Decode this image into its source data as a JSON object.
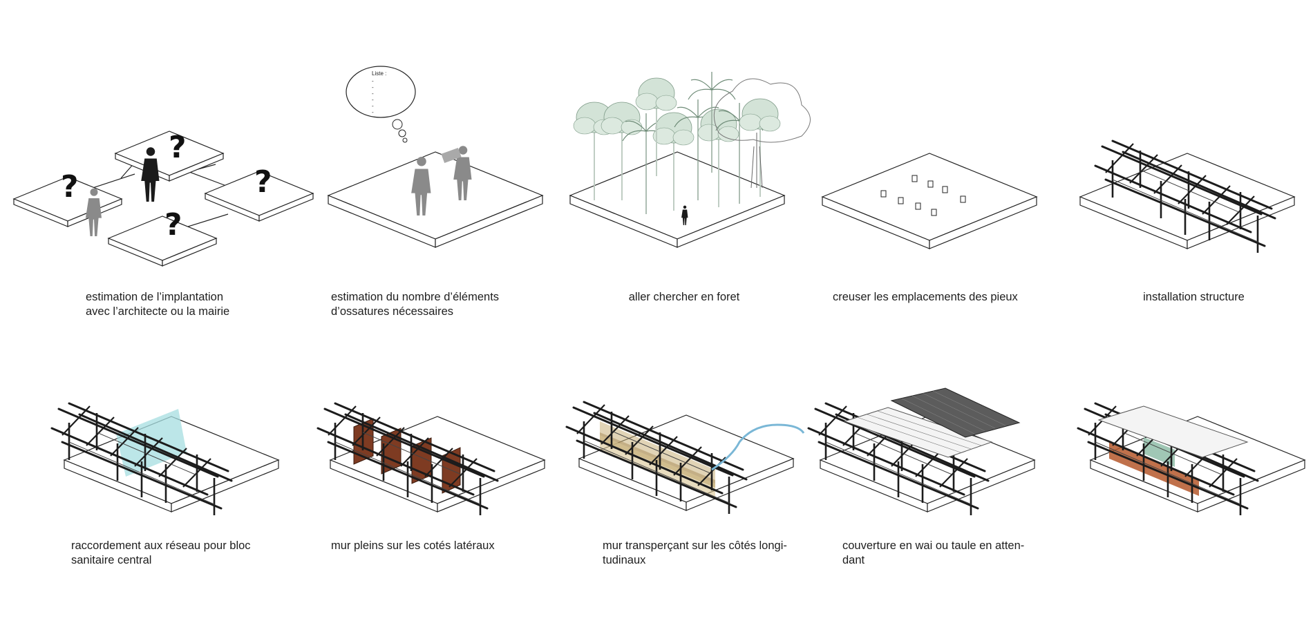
{
  "steps": [
    {
      "line1": "estimation de l’implantation",
      "line2": "avec l’architecte ou la mairie"
    },
    {
      "line1": "estimation du nombre d’éléments",
      "line2": "d’ossatures nécessaires"
    },
    {
      "line1": "aller chercher en foret",
      "line2": ""
    },
    {
      "line1": "creuser les emplacements des pieux",
      "line2": ""
    },
    {
      "line1": "installation structure",
      "line2": ""
    },
    {
      "line1": "raccordement aux réseau pour bloc",
      "line2": "sanitaire central"
    },
    {
      "line1": "mur pleins sur les cotés latéraux",
      "line2": ""
    },
    {
      "line1": "mur transperçant sur les côtés longi-",
      "line2": "tudinaux"
    },
    {
      "line1": "couverture en wai ou taule en atten-",
      "line2": "dant"
    }
  ],
  "bubble": {
    "title": "Liste :",
    "bullets": [
      "-",
      "-",
      "-",
      "-",
      "-",
      "-",
      "-"
    ]
  },
  "question_mark": "?"
}
